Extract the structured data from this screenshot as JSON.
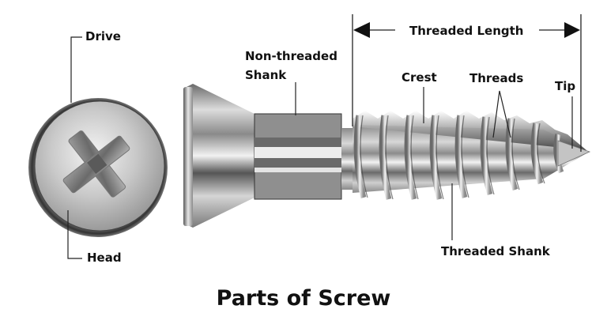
{
  "diagram": {
    "title": "Parts of Screw",
    "labels": {
      "drive": "Drive",
      "head": "Head",
      "non_threaded_shank_line1": "Non-threaded",
      "non_threaded_shank_line2": "Shank",
      "threaded_length": "Threaded Length",
      "crest": "Crest",
      "threads": "Threads",
      "tip": "Tip",
      "threaded_shank": "Threaded Shank"
    },
    "colors": {
      "background": "#ffffff",
      "text": "#111111",
      "metal_light": "#e8e8e8",
      "metal_mid": "#a8a8a8",
      "metal_dark": "#555555",
      "shank_band": "#6e6e6e"
    }
  }
}
